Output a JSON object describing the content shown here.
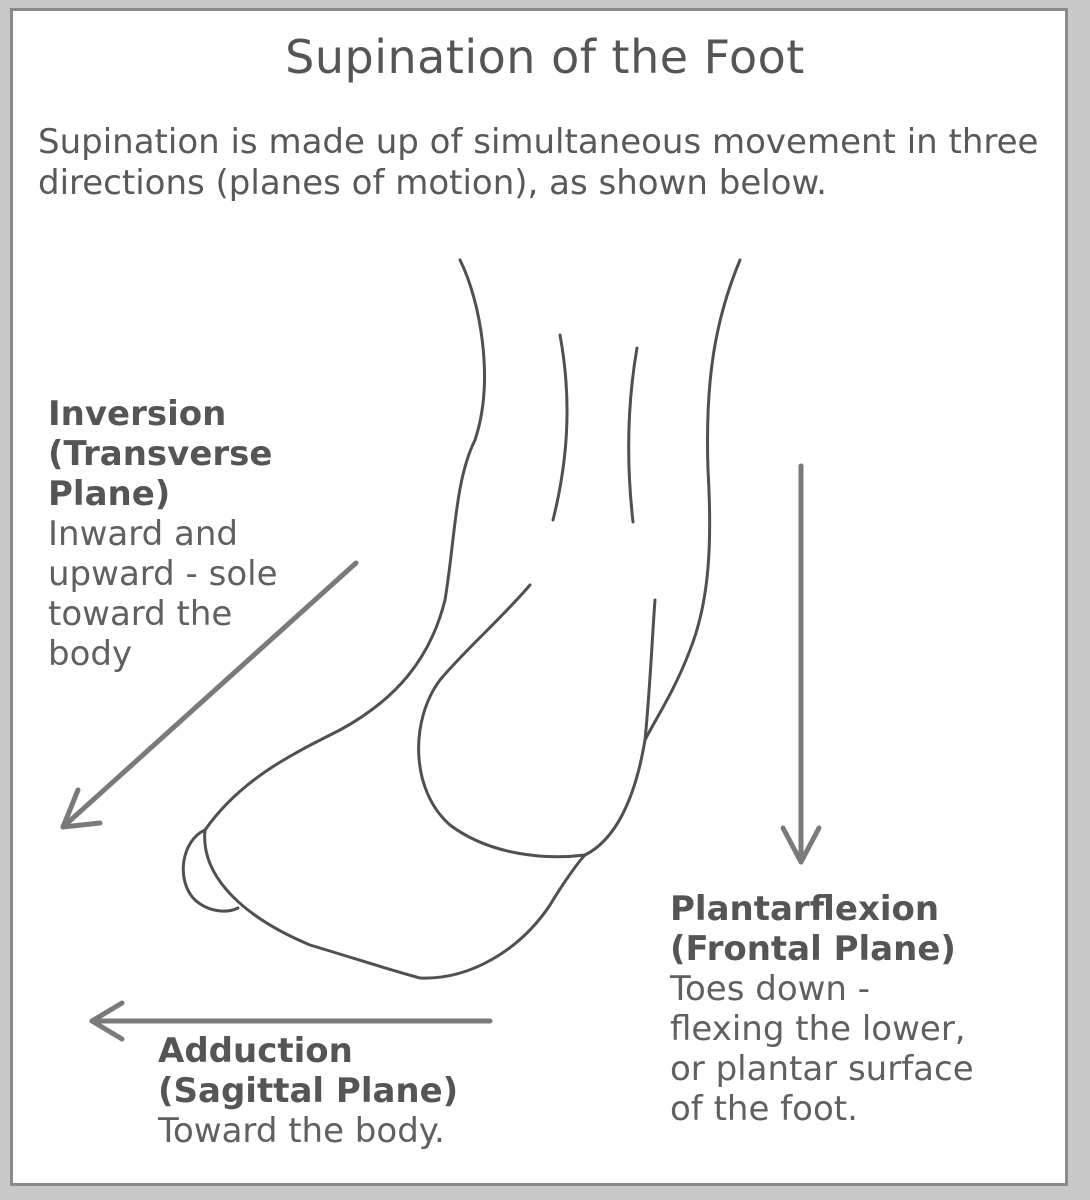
{
  "title": "Supination of the Foot",
  "intro": {
    "line1": "Supination is made up of simultaneous movement in three",
    "line2": "directions (planes of motion), as shown below."
  },
  "labels": {
    "inversion": {
      "heading1": "Inversion",
      "heading2": "(Transverse",
      "heading3": "Plane)",
      "desc1": "Inward and",
      "desc2": "upward - sole",
      "desc3": "toward the",
      "desc4": "body"
    },
    "plantarflexion": {
      "heading1": "Plantarflexion",
      "heading2": "(Frontal Plane)",
      "desc1": "Toes down -",
      "desc2": "flexing the lower,",
      "desc3": "or plantar surface",
      "desc4": "of the foot."
    },
    "adduction": {
      "heading1": "Adduction",
      "heading2": "(Sagittal Plane)",
      "desc1": "Toward the body."
    }
  },
  "colors": {
    "line_art": "#505050",
    "arrows": "#7a7a7a",
    "text": "#555555"
  }
}
